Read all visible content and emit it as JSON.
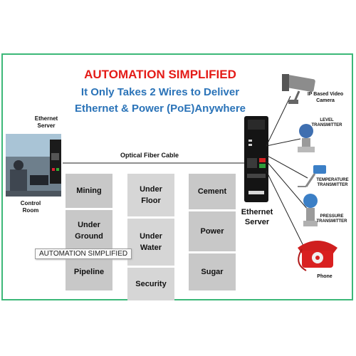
{
  "title": "AUTOMATION SIMPLIFIED",
  "subtitle_line1": "It Only Takes 2 Wires to Deliver",
  "subtitle_line2": "Ethernet & Power (PoE)Anywhere",
  "labels": {
    "ethernet_server_left": [
      "Ethernet",
      "Server"
    ],
    "control_room": [
      "Control",
      "Room"
    ],
    "fiber_cable": "Optical Fiber Cable",
    "ethernet_server_right": [
      "Ethernet",
      "Server"
    ]
  },
  "industries": {
    "column1": [
      [
        "Mining"
      ],
      [
        "Under",
        "Ground"
      ],
      [
        "Pipeline"
      ]
    ],
    "column2": [
      [
        "Under",
        "Floor"
      ],
      [
        "Under",
        "Water"
      ],
      [
        "Security"
      ]
    ],
    "column3": [
      [
        "Cement"
      ],
      [
        "Power"
      ],
      [
        "Sugar"
      ]
    ]
  },
  "devices": {
    "camera": [
      "IP Based Video",
      "Camera"
    ],
    "level": [
      "LEVEL",
      "TRANSMITTER"
    ],
    "temperature": [
      "TEMPERATURE",
      "TRANSMITTER"
    ],
    "pressure": [
      "PRESSURE",
      "TRANSMITTER"
    ],
    "phone": "Phone"
  },
  "tooltip": "AUTOMATION SIMPLIFIED",
  "colors": {
    "title": "#e41b17",
    "subtitle": "#2a73b8",
    "border": "#3cb878",
    "tile": "#c8c8c8"
  }
}
